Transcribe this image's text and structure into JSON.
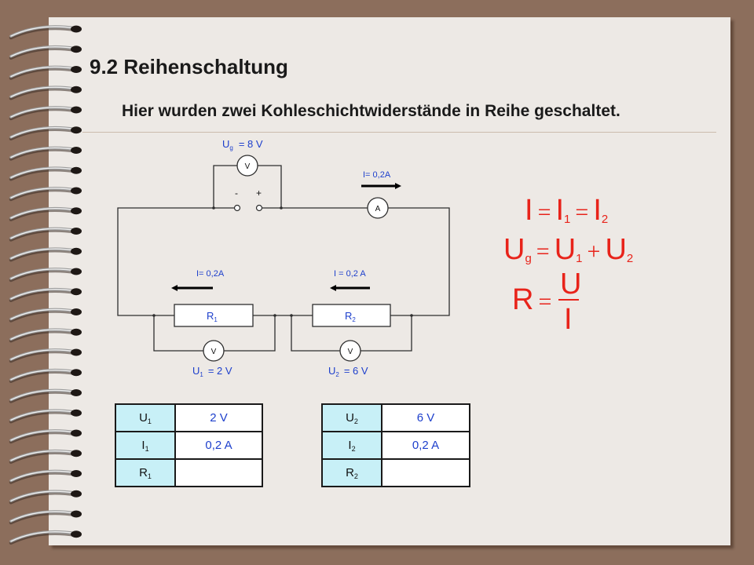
{
  "colors": {
    "page_background": "#8c6e5c",
    "paper": "#ede9e5",
    "formula_red": "#e8231a",
    "label_blue": "#1d3fcc",
    "table_label_cyan": "#c8f0f7",
    "wire": "#2e2e2e"
  },
  "icons": {
    "binding": "spiral-binding-icon",
    "current_direction": "arrow-icon"
  },
  "slide": {
    "title": "9.2 Reihenschaltung",
    "subtitle": "Hier wurden zwei Kohleschichtwiderstände in Reihe geschaltet."
  },
  "circuit": {
    "total_voltage": {
      "symbol": "U",
      "sub": "g",
      "value": "= 8 V"
    },
    "terminals": {
      "minus": "-",
      "plus": "+"
    },
    "meters": {
      "total_voltmeter": "V",
      "ammeter": "A",
      "voltmeter_r1": "V",
      "voltmeter_r2": "V"
    },
    "currents": {
      "main": "I= 0,2A",
      "r1": "I= 0,2A",
      "r2": "I = 0,2 A"
    },
    "resistors": [
      {
        "symbol": "R",
        "sub": "1"
      },
      {
        "symbol": "R",
        "sub": "2"
      }
    ],
    "partial_voltages": [
      {
        "symbol": "U",
        "sub": "1",
        "value": "= 2 V"
      },
      {
        "symbol": "U",
        "sub": "2",
        "value": "= 6 V"
      }
    ]
  },
  "formulas": {
    "current": {
      "lhs": "I",
      "eq1": "=",
      "t1": "I",
      "t1_sub": "1",
      "eq2": "=",
      "t2": "I",
      "t2_sub": "2"
    },
    "voltage": {
      "lhs": "U",
      "lhs_sub": "g",
      "eq": "=",
      "t1": "U",
      "t1_sub": "1",
      "plus": "+",
      "t2": "U",
      "t2_sub": "2"
    },
    "resistance": {
      "lhs": "R",
      "eq": "=",
      "numerator": "U",
      "denominator": "I"
    }
  },
  "tables": [
    {
      "rows": [
        {
          "symbol": "U",
          "sub": "1",
          "value": "2 V"
        },
        {
          "symbol": "I",
          "sub": "1",
          "value": "0,2 A"
        },
        {
          "symbol": "R",
          "sub": "1",
          "value": ""
        }
      ]
    },
    {
      "rows": [
        {
          "symbol": "U",
          "sub": "2",
          "value": "6 V"
        },
        {
          "symbol": "I",
          "sub": "2",
          "value": "0,2 A"
        },
        {
          "symbol": "R",
          "sub": "2",
          "value": ""
        }
      ]
    }
  ]
}
